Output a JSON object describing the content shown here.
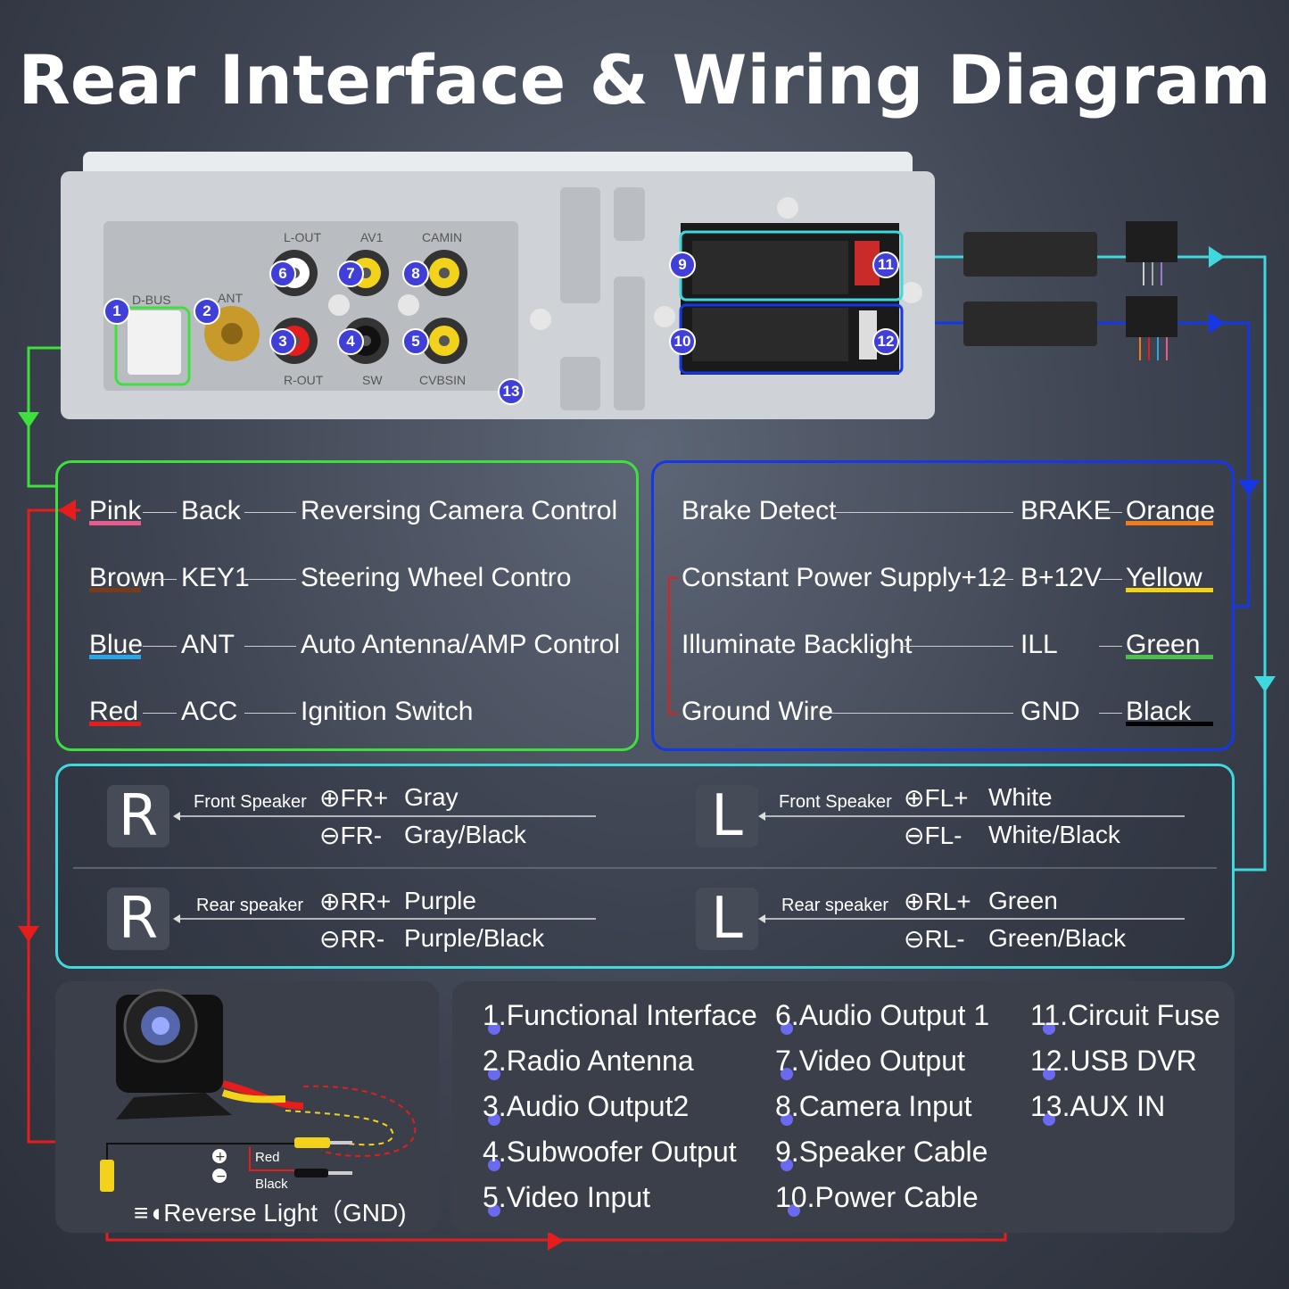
{
  "title": "Rear Interface & Wiring Diagram",
  "unit": {
    "port_labels": {
      "dbus": "D-BUS",
      "ant": "ANT",
      "lout": "L-OUT",
      "av1": "AV1",
      "camin": "CAMIN",
      "rout": "R-OUT",
      "sw": "SW",
      "cvbsin": "CVBSIN"
    },
    "markers": [
      "1",
      "2",
      "3",
      "4",
      "5",
      "6",
      "7",
      "8",
      "9",
      "10",
      "11",
      "12",
      "13"
    ]
  },
  "green_panel": {
    "rows": [
      {
        "color": "Pink",
        "code": "Back",
        "desc": "Reversing Camera Control",
        "underline": "#e85c8c"
      },
      {
        "color": "Brown",
        "code": "KEY1",
        "desc": "Steering Wheel Contro",
        "underline": "#7a3b1c"
      },
      {
        "color": "Blue",
        "code": "ANT",
        "desc": "Auto Antenna/AMP Control",
        "underline": "#2aa6e8"
      },
      {
        "color": "Red",
        "code": "ACC",
        "desc": "Ignition Switch",
        "underline": "#e51d1d"
      }
    ]
  },
  "blue_panel": {
    "rows": [
      {
        "desc": "Brake Detect",
        "code": "BRAKE",
        "color": "Orange",
        "underline": "#f07d1a"
      },
      {
        "desc": "Constant Power Supply+12",
        "code": "B+12V",
        "color": "Yellow",
        "underline": "#f2d21b"
      },
      {
        "desc": "Illuminate Backlight",
        "code": "ILL",
        "color": "Green",
        "underline": "#4cc04c"
      },
      {
        "desc": "Ground Wire",
        "code": "GND",
        "color": "Black",
        "underline": "#000000"
      }
    ]
  },
  "speakers": {
    "front_r": {
      "side": "R",
      "label": "Front Speaker",
      "plus": "FR+",
      "minus": "FR-",
      "plus_color": "Gray",
      "minus_color": "Gray/Black"
    },
    "front_l": {
      "side": "L",
      "label": "Front Speaker",
      "plus": "FL+",
      "minus": "FL-",
      "plus_color": "White",
      "minus_color": "White/Black"
    },
    "rear_r": {
      "side": "R",
      "label": "Rear speaker",
      "plus": "RR+",
      "minus": "RR-",
      "plus_color": "Purple",
      "minus_color": "Purple/Black"
    },
    "rear_l": {
      "side": "L",
      "label": "Rear speaker",
      "plus": "RL+",
      "minus": "RL-",
      "plus_color": "Green",
      "minus_color": "Green/Black"
    }
  },
  "camera": {
    "red": "Red",
    "black": "Black",
    "reverse": "Reverse Light（GND)"
  },
  "legend": {
    "col1": [
      "1.Functional Interface",
      "2.Radio Antenna",
      "3.Audio Output2",
      "4.Subwoofer Output",
      "5.Video Input"
    ],
    "col2": [
      "6.Audio Output 1",
      "7.Video Output",
      "8.Camera Input",
      "9.Speaker Cable",
      "10.Power Cable"
    ],
    "col3": [
      "11.Circuit Fuse",
      "12.USB DVR",
      "13.AUX IN"
    ]
  },
  "colors": {
    "green": "#3ee03e",
    "blue": "#1637e6",
    "cyan": "#3fd8dc",
    "red": "#e51d1d"
  }
}
